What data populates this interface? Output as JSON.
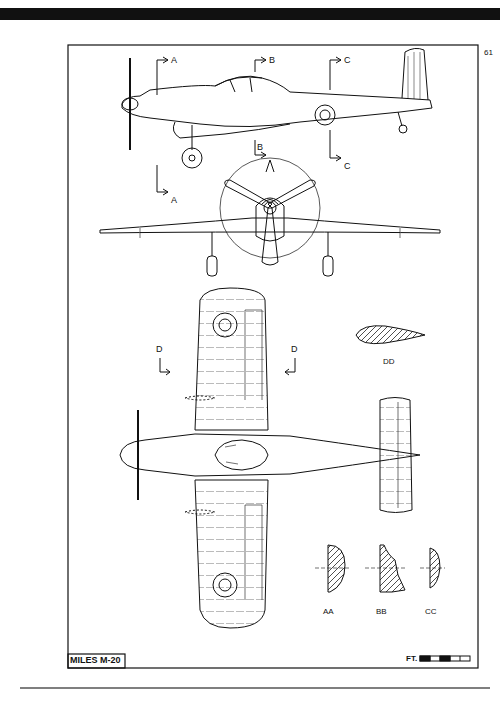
{
  "diagram": {
    "title": "MILES M-20",
    "labels": [
      "61",
      "A",
      "B",
      "C",
      "A",
      "B",
      "C",
      "D",
      "D",
      "DD",
      "AA",
      "BB",
      "CC",
      "FT."
    ]
  }
}
